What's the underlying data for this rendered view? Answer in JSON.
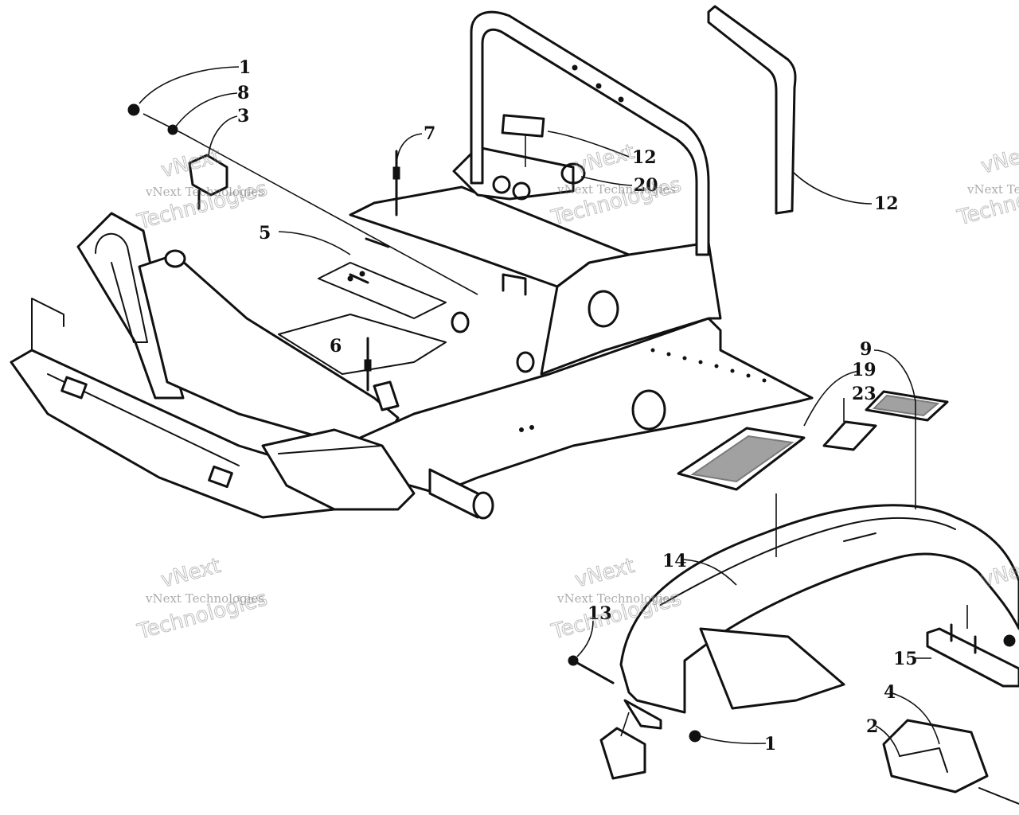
{
  "callouts": [
    {
      "id": "c1a",
      "text": "1"
    },
    {
      "id": "c8",
      "text": "8"
    },
    {
      "id": "c3",
      "text": "3"
    },
    {
      "id": "c7",
      "text": "7"
    },
    {
      "id": "c12a",
      "text": "12"
    },
    {
      "id": "c20",
      "text": "20"
    },
    {
      "id": "c12b",
      "text": "12"
    },
    {
      "id": "c5",
      "text": "5"
    },
    {
      "id": "c6",
      "text": "6"
    },
    {
      "id": "c9",
      "text": "9"
    },
    {
      "id": "c19",
      "text": "19"
    },
    {
      "id": "c23",
      "text": "23"
    },
    {
      "id": "c14",
      "text": "14"
    },
    {
      "id": "c13",
      "text": "13"
    },
    {
      "id": "c15",
      "text": "15"
    },
    {
      "id": "c4",
      "text": "4"
    },
    {
      "id": "c2",
      "text": "2"
    },
    {
      "id": "c1b",
      "text": "1"
    }
  ],
  "watermark": {
    "line1": "vNext",
    "line2": "Technologies",
    "small": "vNext Technologies"
  }
}
